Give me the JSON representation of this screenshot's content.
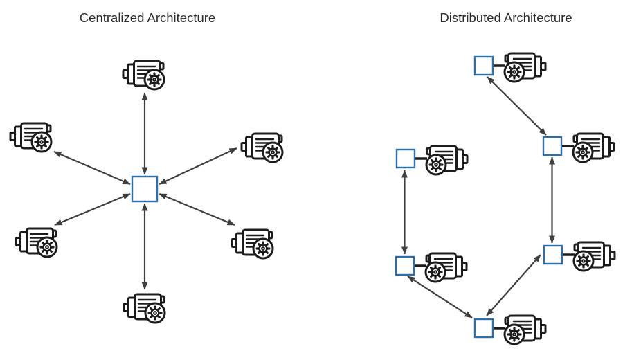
{
  "page": {
    "background": "#ffffff"
  },
  "colors": {
    "node_border": "#2e6fa8",
    "node_fill": "#ffffff",
    "arrow": "#3f3f3f",
    "machine_stroke": "#1c1c1c",
    "title": "#2b2b2b"
  },
  "left_panel": {
    "title": "Centralized Architecture",
    "layout_type": "centralized",
    "hub": {
      "id": "central-controller",
      "kind": "controller"
    },
    "machines": [
      {
        "id": "motor-top",
        "kind": "motor"
      },
      {
        "id": "motor-upper-left",
        "kind": "motor"
      },
      {
        "id": "motor-upper-right",
        "kind": "motor"
      },
      {
        "id": "motor-lower-left",
        "kind": "motor"
      },
      {
        "id": "motor-lower-right",
        "kind": "motor"
      },
      {
        "id": "motor-bottom",
        "kind": "motor"
      }
    ],
    "connections": [
      {
        "from": "central-controller",
        "to": "motor-top",
        "bidirectional": true
      },
      {
        "from": "central-controller",
        "to": "motor-bottom",
        "bidirectional": true
      },
      {
        "from": "central-controller",
        "to": "motor-upper-left",
        "bidirectional": true
      },
      {
        "from": "central-controller",
        "to": "motor-lower-left",
        "bidirectional": true
      },
      {
        "from": "central-controller",
        "to": "motor-upper-right",
        "bidirectional": true
      },
      {
        "from": "central-controller",
        "to": "motor-lower-right",
        "bidirectional": true
      }
    ]
  },
  "right_panel": {
    "title": "Distributed Architecture",
    "layout_type": "distributed",
    "nodes": [
      {
        "id": "node-top",
        "kind": "controller-motor"
      },
      {
        "id": "node-right-upper",
        "kind": "controller-motor"
      },
      {
        "id": "node-left-middle",
        "kind": "controller-motor"
      },
      {
        "id": "node-left-lower",
        "kind": "controller-motor"
      },
      {
        "id": "node-right-lower",
        "kind": "controller-motor"
      },
      {
        "id": "node-bottom",
        "kind": "controller-motor"
      }
    ],
    "connections": [
      {
        "from": "node-top",
        "to": "node-right-upper",
        "bidirectional": true
      },
      {
        "from": "node-right-upper",
        "to": "node-right-lower",
        "bidirectional": true
      },
      {
        "from": "node-right-lower",
        "to": "node-bottom",
        "bidirectional": true
      },
      {
        "from": "node-bottom",
        "to": "node-left-lower",
        "bidirectional": true
      },
      {
        "from": "node-left-lower",
        "to": "node-left-middle",
        "bidirectional": true
      }
    ]
  }
}
